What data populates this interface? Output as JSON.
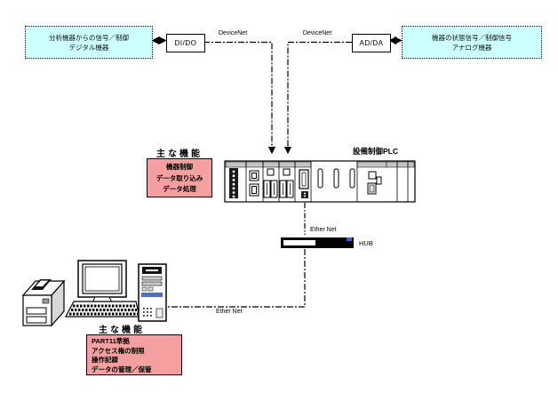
{
  "colors": {
    "device_box_fill": "#CCFFFF",
    "function_box_fill": "#F4A0A0",
    "hub_indicator_blue": "#3366CC",
    "tower_accent_blue": "#4472C4",
    "line_color": "#000000",
    "module_header_gray": "#C4C4C4"
  },
  "devices": {
    "digital": {
      "line1": "分析機器からの信号／制御",
      "line2": "デジタル機器"
    },
    "analog": {
      "line1": "機器の状態信号／制御信号",
      "line2": "アナログ機器"
    }
  },
  "io_modules": {
    "di_do": "DI/DO",
    "ad_da": "AD/DA"
  },
  "networks": {
    "devicenet_left": "DeviceNet",
    "devicenet_right": "DeviceNet",
    "ethernet_upper": "Ether Net",
    "ethernet_lower": "Ether Net",
    "hub": "HUB"
  },
  "plc": {
    "label": "設備制御PLC"
  },
  "plc_functions": {
    "heading": "主な機能",
    "items": [
      "機器制御",
      "データ取り込み",
      "データ処理"
    ]
  },
  "pc_functions": {
    "heading": "主な機能",
    "items": [
      "PART11準拠",
      "アクセス権の制限",
      "操作記録",
      "データの管理／保管"
    ]
  }
}
